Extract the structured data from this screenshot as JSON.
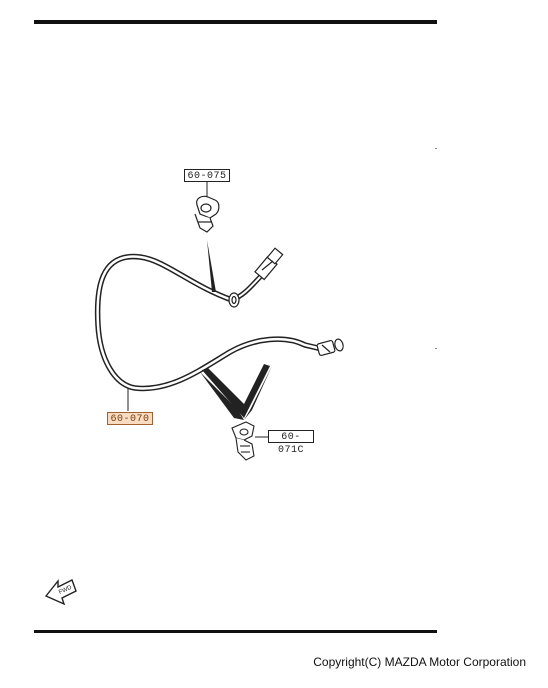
{
  "parts": [
    {
      "id": "p075",
      "code": "60-075",
      "highlighted": false
    },
    {
      "id": "p070",
      "code": "60-070",
      "highlighted": true
    },
    {
      "id": "p071c",
      "code": "60-071C",
      "highlighted": false
    }
  ],
  "fwd_arrow_text": "FWD",
  "copyright": "Copyright(C) MAZDA Motor Corporation",
  "colors": {
    "line": "#222222",
    "highlight_fill": "#f8dcc2",
    "highlight_text": "#7a3d10"
  }
}
